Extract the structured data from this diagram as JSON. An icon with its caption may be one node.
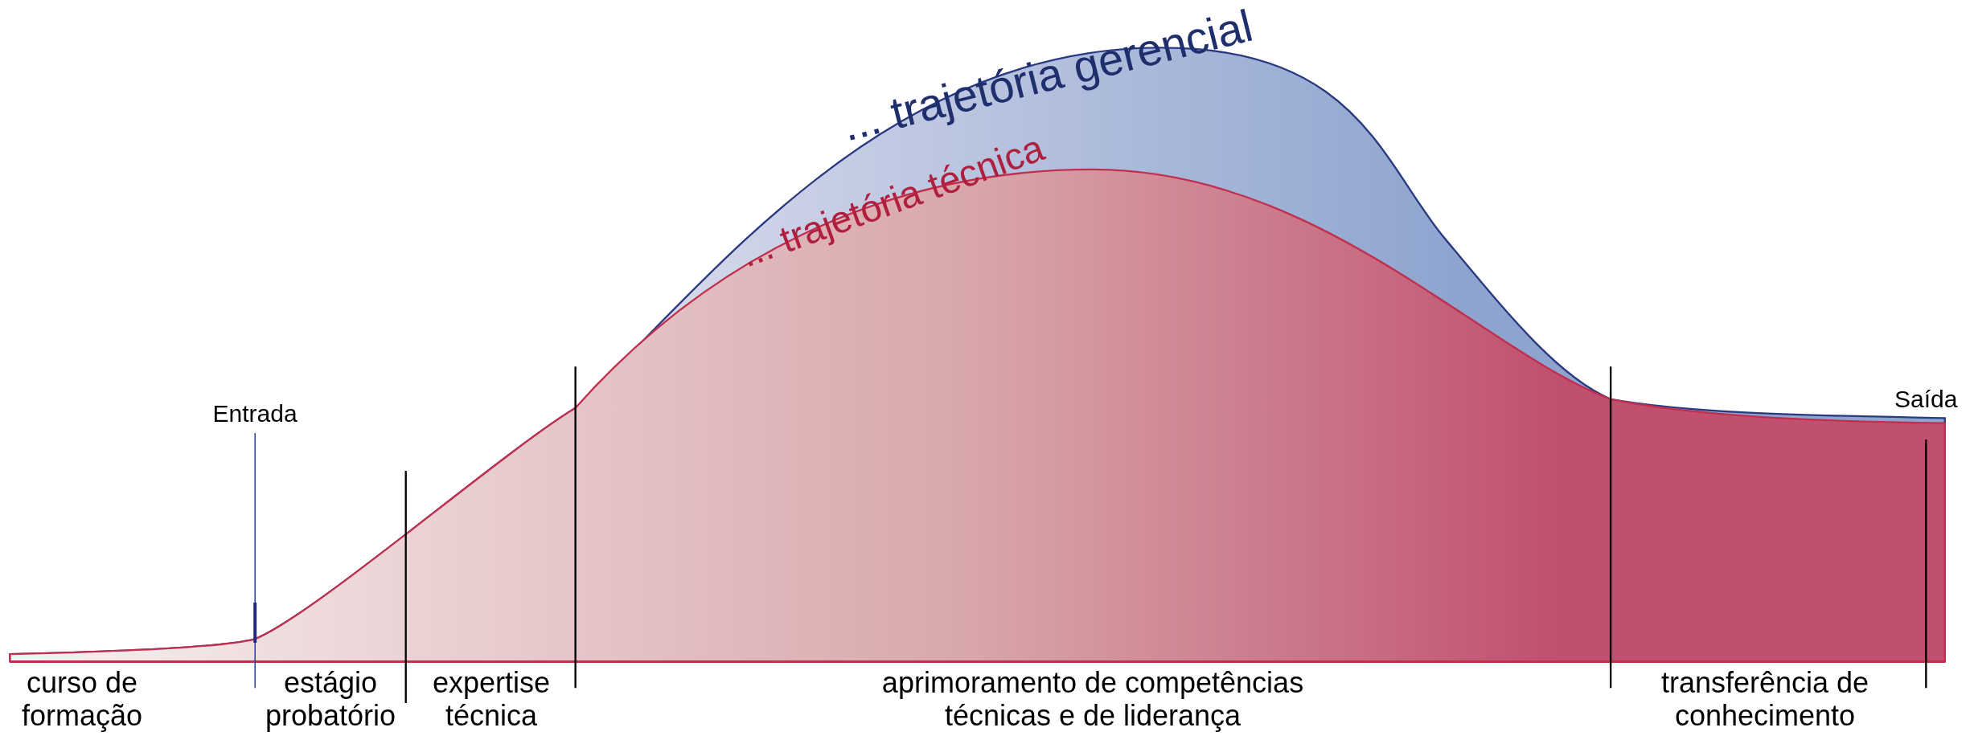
{
  "diagram": {
    "labels": [
      "... trajetória gerencial",
      "... trajetória técnica",
      "Saída",
      "Entrada",
      "curso de formação",
      "estágio probatório",
      "expertise técnica",
      "aprimoramento de competências técnicas e de liderança",
      "transferência de conhecimento"
    ]
  }
}
